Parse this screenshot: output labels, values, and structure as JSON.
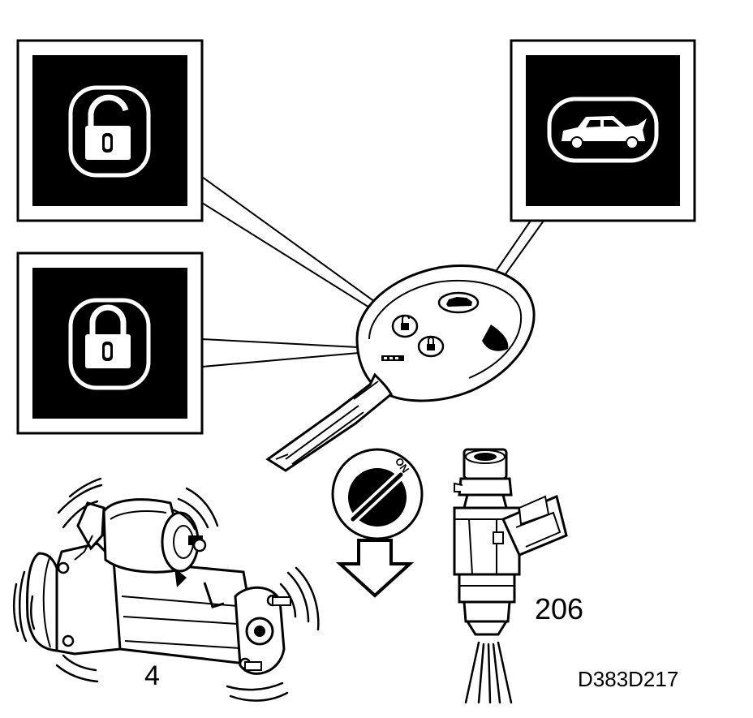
{
  "labels": {
    "starter_motor": "4",
    "fuel_injector": "206",
    "figure_code": "D383D217"
  },
  "ignition": {
    "on_mark": "ON"
  },
  "icons": {
    "unlock": "unlock-icon",
    "lock": "lock-icon",
    "trunk": "car-trunk-icon"
  },
  "colors": {
    "ink": "#000000",
    "paper": "#ffffff"
  }
}
